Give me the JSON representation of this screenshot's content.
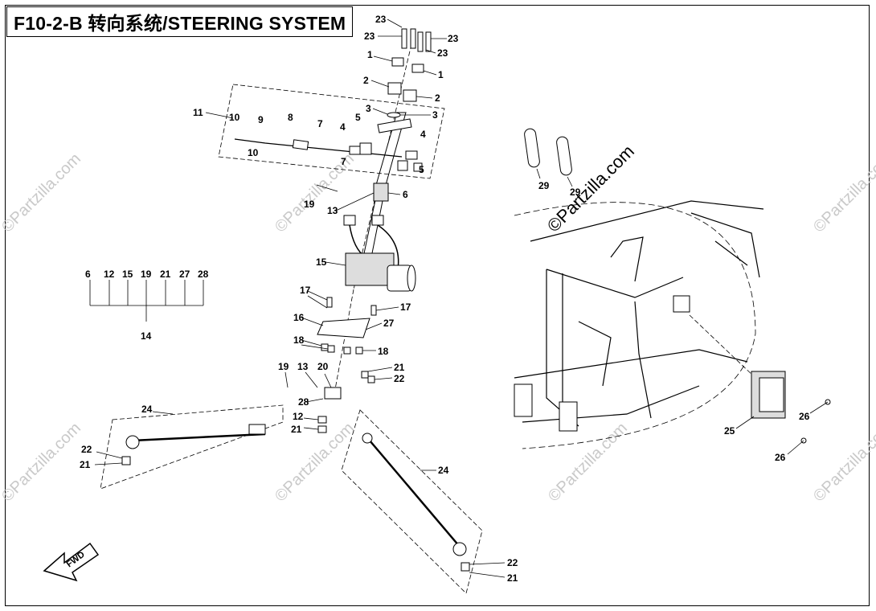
{
  "header": {
    "title": "F10-2-B 转向系统/STEERING SYSTEM"
  },
  "watermark": {
    "main": "©Partzilla.com",
    "faint": "©Partzilla.com"
  },
  "fwd_label": "FWD",
  "callouts": {
    "c23a": "23",
    "c23b": "23",
    "c23c": "23",
    "c23d": "23",
    "c1a": "1",
    "c1b": "1",
    "c2a": "2",
    "c2b": "2",
    "c3a": "3",
    "c3b": "3",
    "c11": "11",
    "c10a": "10",
    "c10b": "10",
    "c9": "9",
    "c8": "8",
    "c7a": "7",
    "c7b": "7",
    "c4a": "4",
    "c4b": "4",
    "c5a": "5",
    "c5b": "5",
    "c6": "6",
    "c19a": "19",
    "c13a": "13",
    "c15": "15",
    "c17a": "17",
    "c17b": "17",
    "c16": "16",
    "c27": "27",
    "c18a": "18",
    "c18b": "18",
    "c19b": "19",
    "c13b": "13",
    "c20": "20",
    "c21a": "21",
    "c22a": "22",
    "c28": "28",
    "c12": "12",
    "c21b": "21",
    "c24a": "24",
    "c22b": "22",
    "c21c": "21",
    "c24b": "24",
    "c22c": "22",
    "c21d": "21",
    "c29a": "29",
    "c29b": "29",
    "c25": "25",
    "c26a": "26",
    "c26b": "26",
    "c14": "14"
  },
  "kit_14": [
    "6",
    "12",
    "15",
    "19",
    "21",
    "27",
    "28"
  ]
}
